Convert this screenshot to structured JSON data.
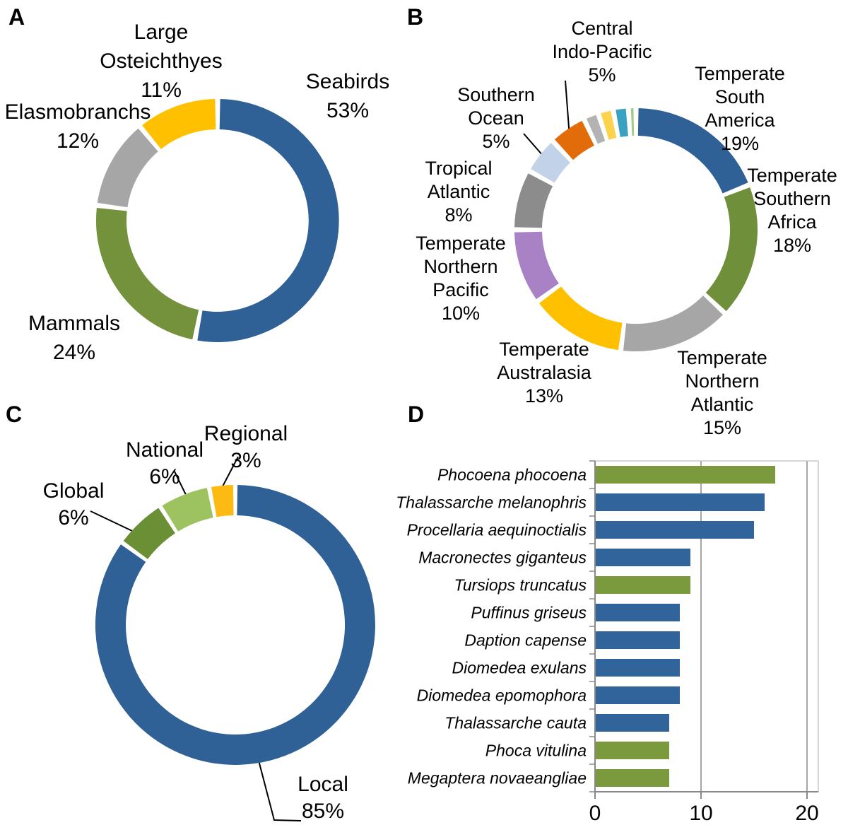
{
  "figure": {
    "panel_letters": {
      "a": "A",
      "b": "B",
      "c": "C",
      "d": "D"
    }
  },
  "chart_data": [
    {
      "type": "donut",
      "panel": "A",
      "slices": [
        {
          "label": "Seabirds",
          "pct": 53,
          "color": "#2F6096",
          "annotation": "Seabirds\n53%"
        },
        {
          "label": "Mammals",
          "pct": 24,
          "color": "#74923C",
          "annotation": "Mammals\n24%"
        },
        {
          "label": "Elasmobranchs",
          "pct": 12,
          "color": "#A6A6A6",
          "annotation": "Elasmobranchs\n12%"
        },
        {
          "label": "Large Osteichthyes",
          "pct": 11,
          "color": "#FFC000",
          "annotation": "Large\nOsteichthyes\n11%"
        }
      ]
    },
    {
      "type": "donut",
      "panel": "B",
      "slices": [
        {
          "label": "Temperate South America",
          "pct": 19,
          "color": "#2F6096",
          "annotation": "Temperate\nSouth\nAmerica\n19%"
        },
        {
          "label": "Temperate Southern Africa",
          "pct": 18,
          "color": "#6F8F3A",
          "annotation": "Temperate\nSouthern\nAfrica\n18%"
        },
        {
          "label": "Temperate Northern Atlantic",
          "pct": 15,
          "color": "#A6A6A6",
          "annotation": "Temperate\nNorthern\nAtlantic\n15%"
        },
        {
          "label": "Temperate Australasia",
          "pct": 13,
          "color": "#FFC000",
          "annotation": "Temperate\nAustralasia\n13%"
        },
        {
          "label": "Temperate Northern Pacific",
          "pct": 10,
          "color": "#A882C5",
          "annotation": "Temperate\nNorthern\nPacific\n10%"
        },
        {
          "label": "Tropical Atlantic",
          "pct": 8,
          "color": "#8C8C8C",
          "annotation": "Tropical\nAtlantic\n8%"
        },
        {
          "label": "Southern Ocean",
          "pct": 5,
          "color": "#C2D2E8",
          "annotation": "Southern\nOcean\n5%"
        },
        {
          "label": "Central Indo-Pacific",
          "pct": 5,
          "color": "#E36C0A",
          "annotation": "Central\nIndo-Pacific\n5%"
        },
        {
          "label": "",
          "pct": 2,
          "color": "#B3B3B3"
        },
        {
          "label": "",
          "pct": 2,
          "color": "#FBD34C"
        },
        {
          "label": "",
          "pct": 2,
          "color": "#3AA2C0"
        },
        {
          "label": "",
          "pct": 1,
          "color": "#A6CC84"
        }
      ]
    },
    {
      "type": "donut",
      "panel": "C",
      "slices": [
        {
          "label": "Local",
          "pct": 85,
          "color": "#2F6096",
          "annotation": "Local\n85%"
        },
        {
          "label": "Global",
          "pct": 6,
          "color": "#6B8F35",
          "annotation": "Global\n6%"
        },
        {
          "label": "National",
          "pct": 6,
          "color": "#9CC360",
          "annotation": "National\n6%"
        },
        {
          "label": "Regional",
          "pct": 3,
          "color": "#FCBA12",
          "annotation": "Regional\n3%"
        }
      ]
    },
    {
      "type": "bar",
      "panel": "D",
      "orientation": "horizontal",
      "categories": [
        "Phocoena phocoena",
        "Thalassarche melanophris",
        "Procellaria aequinoctialis",
        "Macronectes giganteus",
        "Tursiops truncatus",
        "Puffinus griseus",
        "Daption capense",
        "Diomedea exulans",
        "Diomedea epomophora",
        "Thalassarche cauta",
        "Phoca vitulina",
        "Megaptera novaeangliae"
      ],
      "values": [
        17,
        16,
        15,
        9,
        9,
        8,
        8,
        8,
        8,
        7,
        7,
        7
      ],
      "colors": [
        "green",
        "blue",
        "blue",
        "blue",
        "green",
        "blue",
        "blue",
        "blue",
        "blue",
        "blue",
        "green",
        "green"
      ],
      "series_colors": {
        "blue": "#31649B",
        "green": "#7A9A3D"
      },
      "xlim": [
        0,
        20
      ],
      "xticks": [
        0,
        10,
        20
      ],
      "grid": true
    }
  ]
}
